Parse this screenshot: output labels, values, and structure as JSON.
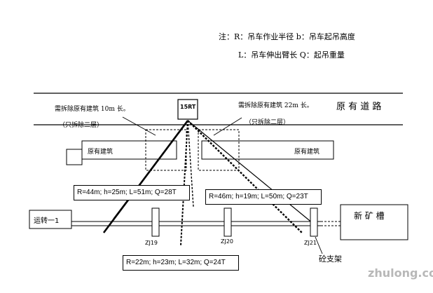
{
  "legend": {
    "line1": "注：R：吊车作业半径     b：吊车起吊高度",
    "line2": "L：吊车伸出臂长     Q：起吊重量"
  },
  "road_label": "原 有 道 路",
  "demolish_left": {
    "line1": "需拆除原有建筑 10m 长。",
    "line2": "（只拆除二层）"
  },
  "demolish_right": {
    "line1": "需拆除原有建筑 22m 长。",
    "line2": "（只拆除二层）"
  },
  "crane_label": "15RT",
  "existing_building_left": "原有建筑",
  "existing_building_right": "原有建筑",
  "params": {
    "left": "R=44m; h=25m; L=51m; Q=28T",
    "right": "R=46m; h=19m; L=50m; Q=23T",
    "bottom": "R=22m; h=23m; L=32m; Q=24T"
  },
  "transfer_label": "运转一1",
  "new_tank_label": "新 矿 槽",
  "supports": [
    "ZJ19",
    "ZJ20",
    "ZJ21"
  ],
  "support_frame_label": "砼支架",
  "watermark": "zhulong.com"
}
